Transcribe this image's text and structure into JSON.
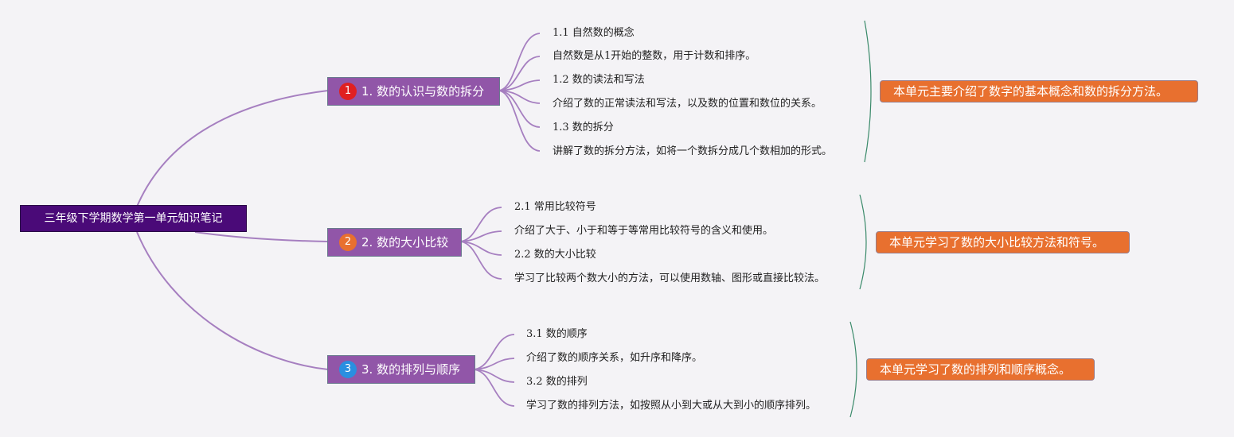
{
  "root": {
    "label": "三年级下学期数学第一单元知识笔记"
  },
  "branches": [
    {
      "label": "1. 数的认识与数的拆分",
      "badge": "1",
      "badge_color": "#e02020",
      "items": [
        "1.1 自然数的概念",
        "自然数是从1开始的整数，用于计数和排序。",
        "1.2 数的读法和写法",
        "介绍了数的正常读法和写法，以及数的位置和数位的关系。",
        "1.3 数的拆分",
        "讲解了数的拆分方法，如将一个数拆分成几个数相加的形式。"
      ],
      "summary": "本单元主要介绍了数字的基本概念和数的拆分方法。"
    },
    {
      "label": "2. 数的大小比较",
      "badge": "2",
      "badge_color": "#e8702f",
      "items": [
        "2.1 常用比较符号",
        "介绍了大于、小于和等于等常用比较符号的含义和使用。",
        "2.2 数的大小比较",
        "学习了比较两个数大小的方法，可以使用数轴、图形或直接比较法。"
      ],
      "summary": "本单元学习了数的大小比较方法和符号。"
    },
    {
      "label": "3. 数的排列与顺序",
      "badge": "3",
      "badge_color": "#2a8fe0",
      "items": [
        "3.1 数的顺序",
        "介绍了数的顺序关系，如升序和降序。",
        "3.2 数的排列",
        "学习了数的排列方法，如按照从小到大或从大到小的顺序排列。"
      ],
      "summary": "本单元学习了数的排列和顺序概念。"
    }
  ],
  "colors": {
    "connector": "#a67fc0",
    "bracket": "#3a8a6a"
  }
}
